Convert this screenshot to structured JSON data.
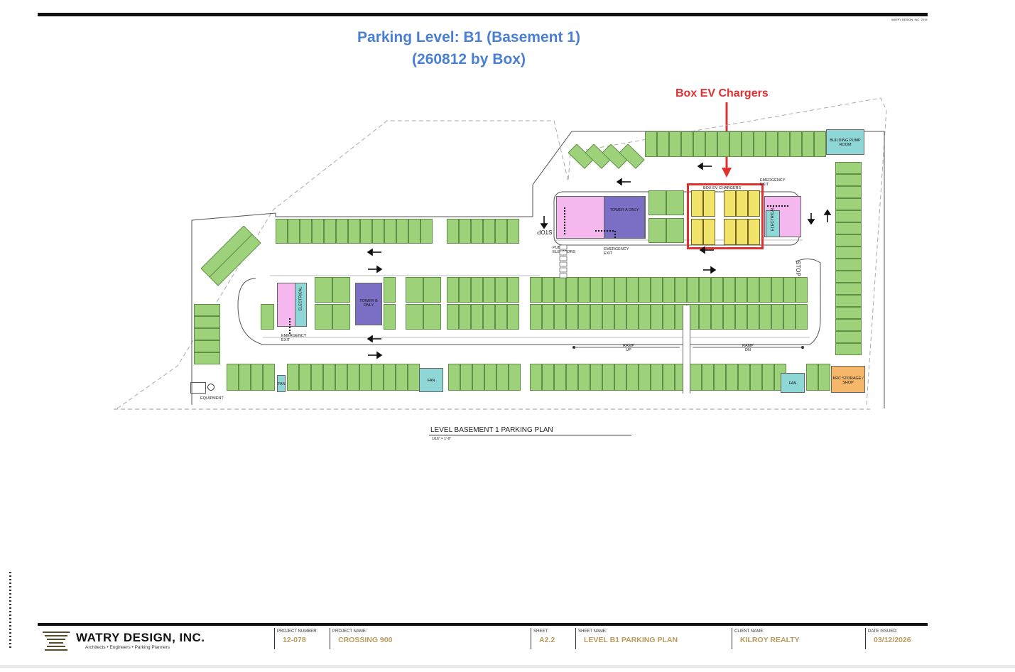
{
  "title_line1": "Parking Level:  B1 (Basement 1)",
  "title_line2": "(260812 by Box)",
  "annotation": "Box EV Chargers",
  "copyright": "WATRY DESIGN, INC. 2019",
  "plan": {
    "ev_box_label": "BOX  EV CHARGERS",
    "labels": {
      "building_pump_room": "BUILDING PUMP ROOM",
      "emergency_exit_ne": "EMERGENCY EXIT",
      "electrical_east": "ELECTRICAL",
      "tower_a": "TOWER A ONLY",
      "public_elevators": "PUBLIC ELEVATORS",
      "emergency_exit_center": "EMERGENCY EXIT",
      "stop_1": "STOP",
      "stop_2": "STOP",
      "tower_b": "TOWER B ONLY",
      "electrical_west": "ELECTRICAL",
      "emergency_exit_west": "EMERGENCY EXIT",
      "ramp_up": "RAMP UP",
      "ramp_dn": "RAMP DN",
      "fan_1": "FAN",
      "fan_2": "FAN",
      "fan_3": "FAN",
      "krc_storage": "KRC STORAGE / SHOP",
      "equipment": "EQUIPMENT"
    },
    "caption": "LEVEL BASEMENT 1 PARKING PLAN",
    "scale": "1/16\" = 1'-0\""
  },
  "title_block": {
    "company": "WATRY DESIGN, INC.",
    "tagline": "Architects  •  Engineers  •  Parking Planners",
    "project_number_label": "PROJECT NUMBER:",
    "project_number": "12-078",
    "project_name_label": "PROJECT NAME:",
    "project_name": "CROSSING 900",
    "sheet_label": "SHEET:",
    "sheet": "A2.2",
    "sheet_name_label": "SHEET NAME:",
    "sheet_name": "LEVEL B1 PARKING PLAN",
    "client_label": "CLIENT NAME:",
    "client": "KILROY REALTY",
    "date_label": "DATE ISSUED:",
    "date": "03/12/2026"
  },
  "colors": {
    "title_blue": "#4a7fd4",
    "annotation_red": "#e03030",
    "stall_green": "#9ed27a",
    "ev_yellow": "#f2e46a",
    "tower_purple": "#7b6fc5",
    "core_pink": "#f4b8ee",
    "electrical_teal": "#8fd6d6",
    "storage_orange": "#f5b86b",
    "title_block_gold": "#b99b5c"
  }
}
